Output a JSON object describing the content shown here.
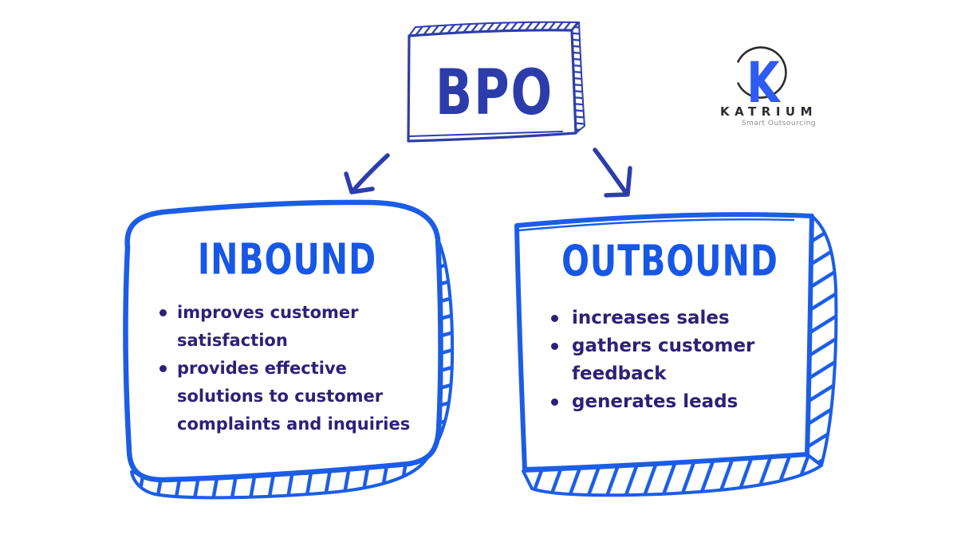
{
  "colors": {
    "background": "#ffffff",
    "sketch_blue": "#2c3dab",
    "bright_blue": "#1b5de6",
    "title_blue": "#1757e6",
    "bullet_navy": "#2b2179",
    "logo_blue": "#2e5bf0",
    "logo_dark": "#2c2c32",
    "logo_gray": "#8d8d93"
  },
  "root_node": {
    "label": "BPO"
  },
  "logo": {
    "monogram": "K",
    "brand": "KATRIUM",
    "tagline": "Smart Outsourcing"
  },
  "branches": [
    {
      "title": "INBOUND",
      "bullets": [
        "improves customer\nsatisfaction",
        "provides effective\nsolutions to customer\ncomplaints and inquiries"
      ]
    },
    {
      "title": "OUTBOUND",
      "bullets": [
        "increases sales",
        "gathers customer\nfeedback",
        "generates leads"
      ]
    }
  ]
}
